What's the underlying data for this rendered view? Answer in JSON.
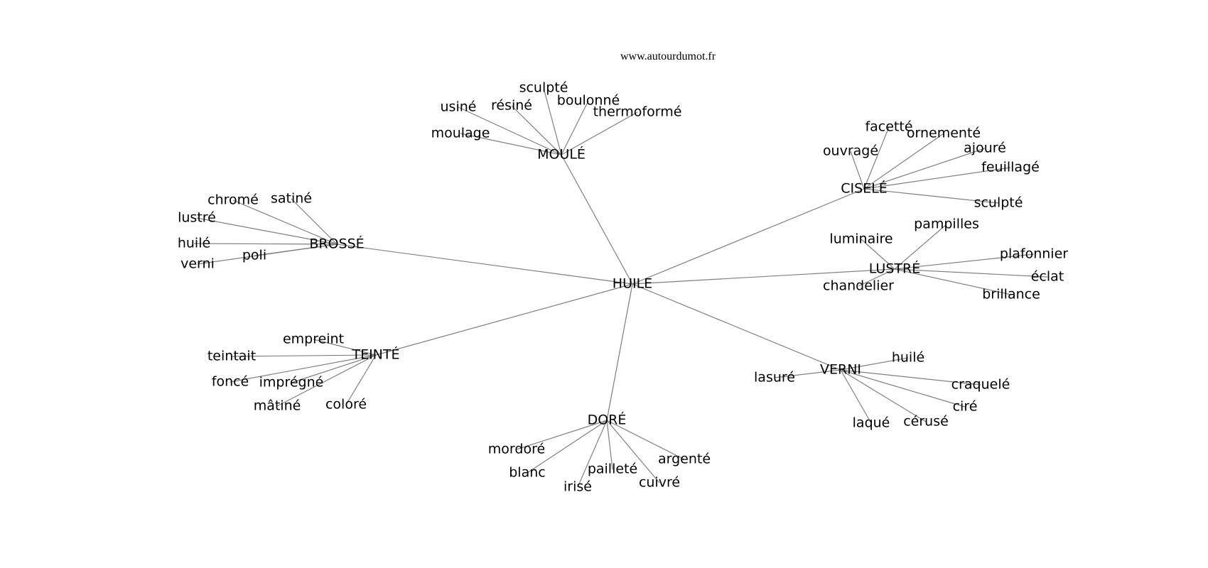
{
  "watermark": "www.autourdumot.fr",
  "colors": {
    "edge": "#808080",
    "text": "#000000",
    "background": "#ffffff"
  },
  "graph": {
    "center": "HUILE",
    "branches": [
      {
        "label": "MOULÉ",
        "leaves": [
          "usiné",
          "résiné",
          "sculpté",
          "boulonné",
          "thermoformé",
          "moulage"
        ]
      },
      {
        "label": "CISELÉ",
        "leaves": [
          "facetté",
          "ornementé",
          "ouvragé",
          "ajouré",
          "feuillagé",
          "sculpté"
        ]
      },
      {
        "label": "BROSSÉ",
        "leaves": [
          "chromé",
          "satiné",
          "lustré",
          "huilé",
          "poli",
          "verni"
        ]
      },
      {
        "label": "LUSTRÉ",
        "leaves": [
          "luminaire",
          "pampilles",
          "plafonnier",
          "éclat",
          "chandelier",
          "brillance"
        ]
      },
      {
        "label": "TEINTÉ",
        "leaves": [
          "empreint",
          "teintait",
          "foncé",
          "imprégné",
          "mâtiné",
          "coloré"
        ]
      },
      {
        "label": "VERNI",
        "leaves": [
          "huilé",
          "lasuré",
          "craquelé",
          "ciré",
          "laqué",
          "cérusé"
        ]
      },
      {
        "label": "DORÉ",
        "leaves": [
          "mordoré",
          "blanc",
          "pailleté",
          "argenté",
          "irisé",
          "cuivré"
        ]
      }
    ]
  }
}
